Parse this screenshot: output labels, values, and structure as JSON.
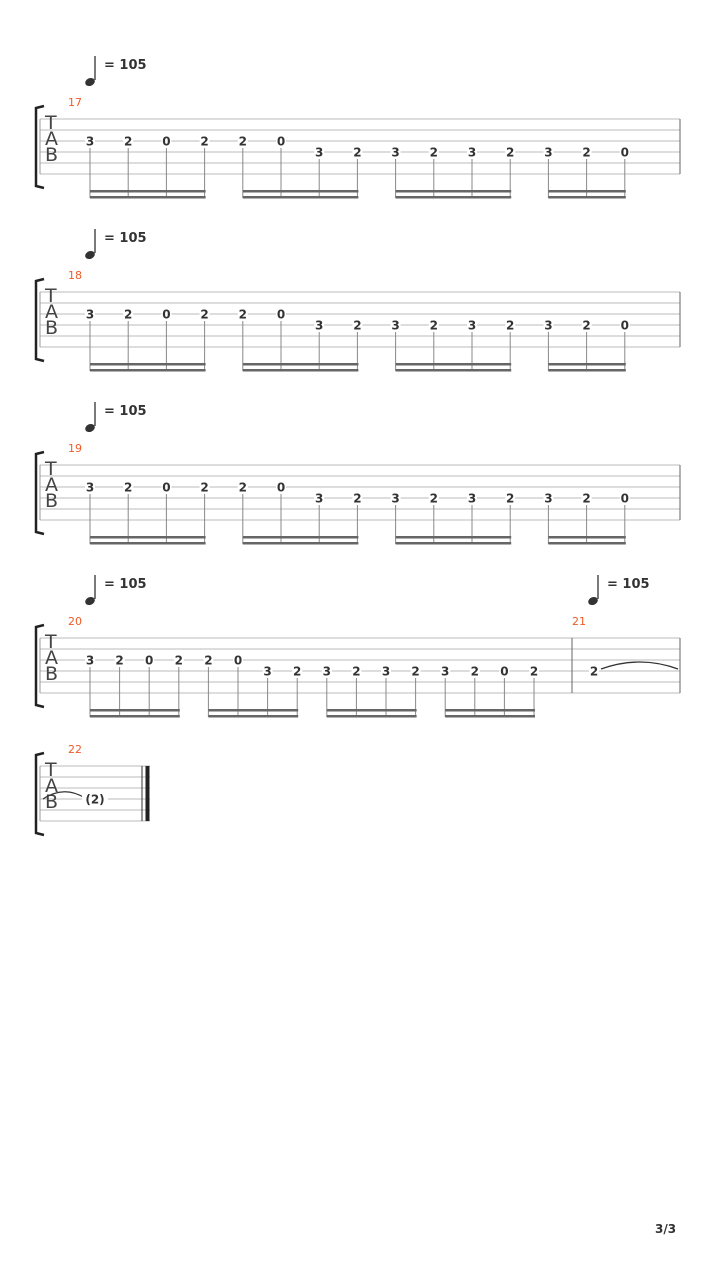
{
  "page_number": "3/3",
  "tab_clef": [
    "T",
    "A",
    "B"
  ],
  "colors": {
    "measure_number": "#f05a28",
    "staff": "#bbbbbb",
    "text": "#333333"
  },
  "systems": [
    {
      "measures": [
        {
          "number": "17",
          "tempo": "= 105",
          "notes": [
            [
              3,
              3
            ],
            [
              2,
              3
            ],
            [
              0,
              3
            ],
            [
              2,
              3
            ],
            [
              2,
              3
            ],
            [
              0,
              3
            ],
            [
              3,
              4
            ],
            [
              2,
              4
            ],
            [
              3,
              4
            ],
            [
              2,
              4
            ],
            [
              3,
              4
            ],
            [
              2,
              4
            ],
            [
              3,
              4
            ],
            [
              2,
              4
            ],
            [
              0,
              4
            ]
          ],
          "beams": "A"
        }
      ]
    },
    {
      "measures": [
        {
          "number": "18",
          "tempo": "= 105",
          "notes": [
            [
              3,
              3
            ],
            [
              2,
              3
            ],
            [
              0,
              3
            ],
            [
              2,
              3
            ],
            [
              2,
              3
            ],
            [
              0,
              3
            ],
            [
              3,
              4
            ],
            [
              2,
              4
            ],
            [
              3,
              4
            ],
            [
              2,
              4
            ],
            [
              3,
              4
            ],
            [
              2,
              4
            ],
            [
              3,
              4
            ],
            [
              2,
              4
            ],
            [
              0,
              4
            ]
          ],
          "beams": "A"
        }
      ]
    },
    {
      "measures": [
        {
          "number": "19",
          "tempo": "= 105",
          "notes": [
            [
              3,
              3
            ],
            [
              2,
              3
            ],
            [
              0,
              3
            ],
            [
              2,
              3
            ],
            [
              2,
              3
            ],
            [
              0,
              3
            ],
            [
              3,
              4
            ],
            [
              2,
              4
            ],
            [
              3,
              4
            ],
            [
              2,
              4
            ],
            [
              3,
              4
            ],
            [
              2,
              4
            ],
            [
              3,
              4
            ],
            [
              2,
              4
            ],
            [
              0,
              4
            ]
          ],
          "beams": "A"
        }
      ]
    },
    {
      "measures": [
        {
          "number": "20",
          "tempo": "= 105",
          "notes": [
            [
              3,
              3
            ],
            [
              2,
              3
            ],
            [
              0,
              3
            ],
            [
              2,
              3
            ],
            [
              2,
              3
            ],
            [
              0,
              3
            ],
            [
              3,
              4
            ],
            [
              2,
              4
            ],
            [
              3,
              4
            ],
            [
              2,
              4
            ],
            [
              3,
              4
            ],
            [
              2,
              4
            ],
            [
              3,
              4
            ],
            [
              2,
              4
            ],
            [
              0,
              4
            ],
            [
              2,
              4
            ]
          ],
          "beams": "B"
        },
        {
          "number": "21",
          "tempo": "= 105",
          "notes": [
            [
              2,
              4
            ]
          ],
          "tie_out": true
        }
      ]
    },
    {
      "measures": [
        {
          "number": "22",
          "notes": [
            [
              "(2)",
              4
            ]
          ],
          "tie_in": true,
          "final": true
        }
      ]
    }
  ]
}
